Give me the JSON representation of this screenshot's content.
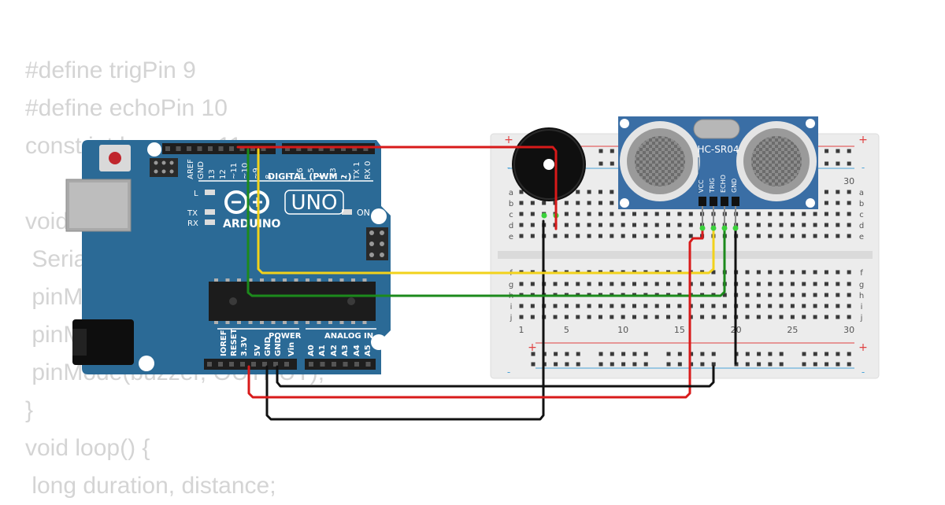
{
  "code_lines": [
    "#define trigPin 9",
    "#define echoPin 10",
    "const int buzzer = 11;",
    "",
    "void setup() {",
    " Serial.begin (9600);",
    " pinMode(trigPin, OUTPUT);",
    " pinMode(echoPin, INPUT);",
    " pinMode(buzzer, OUTPUT);",
    "}",
    "void loop() {",
    " long duration, distance;"
  ],
  "arduino": {
    "brand": "ARDUINO",
    "model": "UNO",
    "digital_label": "DIGITAL (PWM ~)",
    "on_label": "ON",
    "l_label": "L",
    "tx_label": "TX",
    "rx_label": "RX",
    "power_label": "POWER",
    "analog_label": "ANALOG IN",
    "top_pins": [
      "AREF",
      "GND",
      "13",
      "12",
      "~11",
      "~10",
      "~9",
      "8",
      "7",
      "~6",
      "~5",
      "4",
      "~3",
      "2",
      "TX 1",
      "RX 0"
    ],
    "power_pins": [
      "IOREF",
      "RESET",
      "3.3V",
      "5V",
      "GND",
      "GND",
      "Vin"
    ],
    "analog_pins": [
      "A0",
      "A1",
      "A2",
      "A3",
      "A4",
      "A5"
    ]
  },
  "sensor": {
    "name": "HC-SR04",
    "pins": [
      "VCC",
      "TRIG",
      "ECHO",
      "GND"
    ]
  },
  "breadboard": {
    "rows_top": [
      "a",
      "b",
      "c",
      "d",
      "e"
    ],
    "rows_bottom": [
      "f",
      "g",
      "h",
      "i",
      "j"
    ],
    "column_numbers": [
      "1",
      "5",
      "10",
      "15",
      "20",
      "25",
      "30"
    ],
    "top_right_number": "30",
    "plus": "+",
    "minus": "-"
  },
  "colors": {
    "board": "#2b6a96",
    "sensor": "#3a6ea5",
    "wire_red": "#d81a1a",
    "wire_black": "#111111",
    "wire_yellow": "#f2d21b",
    "wire_green": "#1c8a1c"
  }
}
